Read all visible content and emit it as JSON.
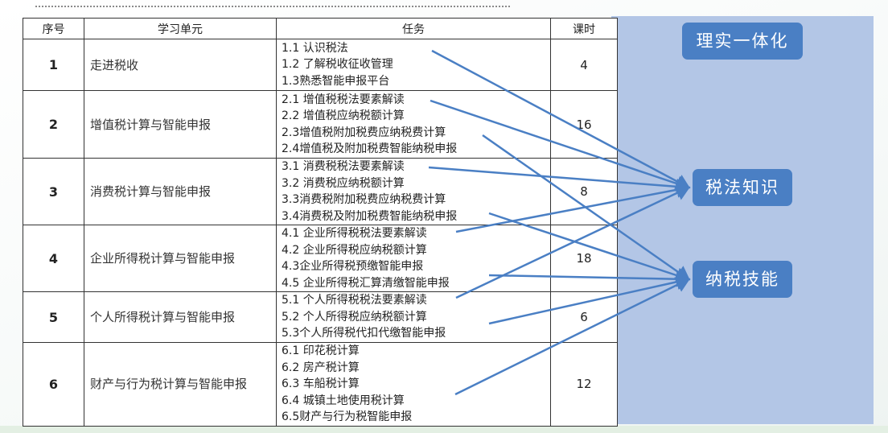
{
  "table": {
    "headers": {
      "no": "序号",
      "unit": "学习单元",
      "task": "任务",
      "hours": "课时"
    },
    "rows": [
      {
        "no": "1",
        "unit": "走进税收",
        "hours": "4",
        "tasks": [
          "1.1 认识税法",
          "1.2 了解税收征收管理",
          "1.3熟悉智能申报平台"
        ]
      },
      {
        "no": "2",
        "unit": "增值税计算与智能申报",
        "hours": "16",
        "tasks": [
          "2.1 增值税税法要素解读",
          "2.2 增值税应纳税额计算",
          "2.3增值税附加税费应纳税费计算",
          "2.4增值税及附加税费智能纳税申报"
        ]
      },
      {
        "no": "3",
        "unit": "消费税计算与智能申报",
        "hours": "8",
        "tasks": [
          "3.1 消费税税法要素解读",
          "3.2 消费税应纳税额计算",
          "3.3消费税附加税费应纳税费计算",
          "3.4消费税及附加税费智能纳税申报"
        ]
      },
      {
        "no": "4",
        "unit": "企业所得税计算与智能申报",
        "hours": "18",
        "tasks": [
          "4.1 企业所得税税法要素解读",
          "4.2 企业所得税应纳税额计算",
          "4.3企业所得税预缴智能申报",
          "4.5 企业所得税汇算清缴智能申报"
        ]
      },
      {
        "no": "5",
        "unit": "个人所得税计算与智能申报",
        "hours": "6",
        "tasks": [
          "5.1 个人所得税税法要素解读",
          "5.2 个人所得税应纳税额计算",
          "5.3个人所得税代扣代缴智能申报"
        ]
      },
      {
        "no": "6",
        "unit": "财产与行为税计算与智能申报",
        "hours": "12",
        "tasks": [
          "6.1 印花税计算",
          "6.2 房产税计算",
          "6.3 车船税计算",
          "6.4 城镇土地使用税计算",
          "6.5财产与行为税智能申报"
        ]
      }
    ]
  },
  "panel": {
    "title": "理实一体化",
    "knowledge": "税法知识",
    "skills": "纳税技能",
    "background_color": "#b3c6e6",
    "tag_color": "#4a7fc4",
    "arrow_color": "#4a7fc4"
  },
  "arrows": [
    {
      "from": "1.1 认识税法",
      "to": "税法知识"
    },
    {
      "from": "2.1 增值税税法要素解读",
      "to": "税法知识"
    },
    {
      "from": "3.1 消费税税法要素解读",
      "to": "税法知识"
    },
    {
      "from": "4.1 企业所得税税法要素解读",
      "to": "税法知识"
    },
    {
      "from": "5.1 个人所得税税法要素解读",
      "to": "税法知识"
    },
    {
      "from": "2.3增值税附加税费应纳税费计算",
      "to": "纳税技能"
    },
    {
      "from": "3.4消费税及附加税费智能纳税申报",
      "to": "纳税技能"
    },
    {
      "from": "4.5 企业所得税汇算清缴智能申报",
      "to": "纳税技能"
    },
    {
      "from": "5.2 个人所得税应纳税额计算",
      "to": "纳税技能"
    },
    {
      "from": "6.4 城镇土地使用税计算",
      "to": "纳税技能"
    }
  ]
}
